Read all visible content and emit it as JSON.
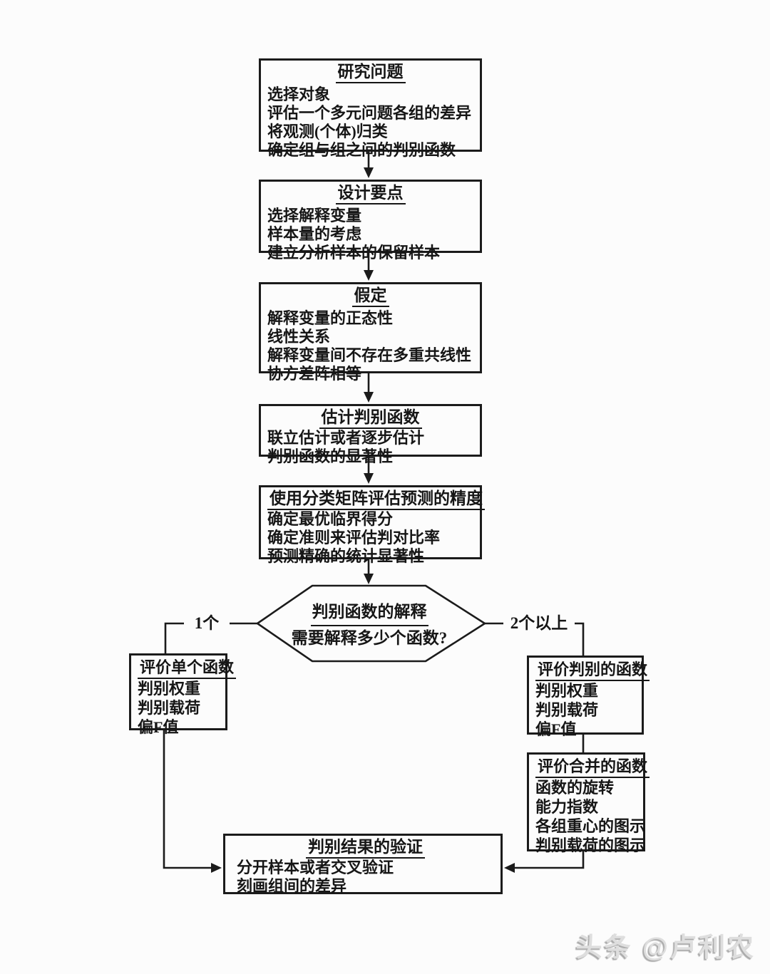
{
  "page": {
    "background": "#fcfcfc",
    "line_color": "#1b1b1b"
  },
  "flow": {
    "research": {
      "title": "研究问题",
      "lines": [
        "选择对象",
        "评估一个多元问题各组的差异",
        "将观测(个体)归类",
        "确定组与组之间的判别函数"
      ]
    },
    "design": {
      "title": "设计要点",
      "lines": [
        "选择解释变量",
        "样本量的考虑",
        "建立分析样本的保留样本"
      ]
    },
    "assumptions": {
      "title": "假定",
      "lines": [
        "解释变量的正态性",
        "线性关系",
        "解释变量间不存在多重共线性",
        "协方差阵相等"
      ]
    },
    "estimate": {
      "title": "估计判别函数",
      "lines": [
        "联立估计或者逐步估计",
        "判别函数的显著性"
      ]
    },
    "matrix": {
      "title": "使用分类矩阵评估预测的精度",
      "lines": [
        "确定最优临界得分",
        "确定准则来评估判对比率",
        "预测精确的统计显著性"
      ]
    },
    "decision": {
      "title": "判别函数的解释",
      "question": "需要解释多少个函数?"
    },
    "branch_left_label": "1个",
    "branch_right_label": "2个以上",
    "single": {
      "title": "评价单个函数",
      "lines": [
        "判别权重",
        "判别载荷",
        "偏F值"
      ]
    },
    "discriminant": {
      "title": "评价判别的函数",
      "lines": [
        "判别权重",
        "判别载荷",
        "偏F值"
      ]
    },
    "combined": {
      "title": "评价合并的函数",
      "lines": [
        "函数的旋转",
        "能力指数",
        "各组重心的图示",
        "判别载荷的图示"
      ]
    },
    "validation": {
      "title": "判别结果的验证",
      "lines": [
        "分开样本或者交叉验证",
        "刻画组间的差异"
      ]
    }
  },
  "watermark": {
    "text": "头条 @卢利农"
  }
}
